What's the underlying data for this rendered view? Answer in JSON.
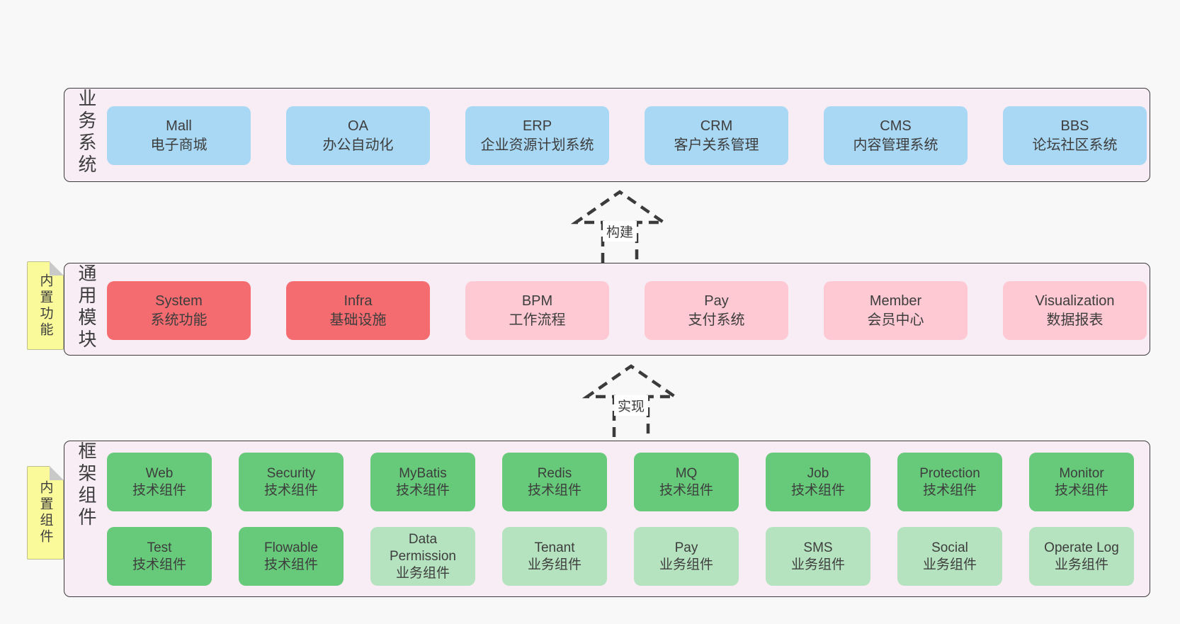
{
  "page": {
    "background": "#f8f8f8"
  },
  "colors": {
    "panel_bg": "#f8edf4",
    "panel_border": "#3c3c3c",
    "blue": "#a9d8f4",
    "red": "#f56c70",
    "pink": "#fec9d3",
    "green": "#67c97a",
    "lightgreen": "#b6e3bf",
    "tab_yellow": "#fafa9b",
    "fold_gray": "#c9c9c9",
    "text": "#3d3d3d",
    "arrow_line": "#3b3b3b"
  },
  "arrows": [
    {
      "label": "构建"
    },
    {
      "label": "实现"
    }
  ],
  "sections": [
    {
      "label": "业务系统",
      "rows": [
        [
          {
            "name": "Mall",
            "subtitle": "电子商城",
            "variant": "blue"
          },
          {
            "name": "OA",
            "subtitle": "办公自动化",
            "variant": "blue"
          },
          {
            "name": "ERP",
            "subtitle": "企业资源计划系统",
            "variant": "blue"
          },
          {
            "name": "CRM",
            "subtitle": "客户关系管理",
            "variant": "blue"
          },
          {
            "name": "CMS",
            "subtitle": "内容管理系统",
            "variant": "blue"
          },
          {
            "name": "BBS",
            "subtitle": "论坛社区系统",
            "variant": "blue"
          }
        ]
      ]
    },
    {
      "label": "通用模块",
      "tab": "内置功能",
      "rows": [
        [
          {
            "name": "System",
            "subtitle": "系统功能",
            "variant": "red"
          },
          {
            "name": "Infra",
            "subtitle": "基础设施",
            "variant": "red"
          },
          {
            "name": "BPM",
            "subtitle": "工作流程",
            "variant": "pink"
          },
          {
            "name": "Pay",
            "subtitle": "支付系统",
            "variant": "pink"
          },
          {
            "name": "Member",
            "subtitle": "会员中心",
            "variant": "pink"
          },
          {
            "name": "Visualization",
            "subtitle": "数据报表",
            "variant": "pink"
          }
        ]
      ]
    },
    {
      "label": "框架组件",
      "tab": "内置组件",
      "rows": [
        [
          {
            "name": "Web",
            "subtitle": "技术组件",
            "variant": "green"
          },
          {
            "name": "Security",
            "subtitle": "技术组件",
            "variant": "green"
          },
          {
            "name": "MyBatis",
            "subtitle": "技术组件",
            "variant": "green"
          },
          {
            "name": "Redis",
            "subtitle": "技术组件",
            "variant": "green"
          },
          {
            "name": "MQ",
            "subtitle": "技术组件",
            "variant": "green"
          },
          {
            "name": "Job",
            "subtitle": "技术组件",
            "variant": "green"
          },
          {
            "name": "Protection",
            "subtitle": "技术组件",
            "variant": "green"
          },
          {
            "name": "Monitor",
            "subtitle": "技术组件",
            "variant": "green"
          }
        ],
        [
          {
            "name": "Test",
            "subtitle": "技术组件",
            "variant": "green"
          },
          {
            "name": "Flowable",
            "subtitle": "技术组件",
            "variant": "green"
          },
          {
            "name": "Data\nPermission",
            "subtitle": "业务组件",
            "variant": "lightgreen"
          },
          {
            "name": "Tenant",
            "subtitle": "业务组件",
            "variant": "lightgreen"
          },
          {
            "name": "Pay",
            "subtitle": "业务组件",
            "variant": "lightgreen"
          },
          {
            "name": "SMS",
            "subtitle": "业务组件",
            "variant": "lightgreen"
          },
          {
            "name": "Social",
            "subtitle": "业务组件",
            "variant": "lightgreen"
          },
          {
            "name": "Operate Log",
            "subtitle": "业务组件",
            "variant": "lightgreen"
          }
        ]
      ]
    }
  ]
}
